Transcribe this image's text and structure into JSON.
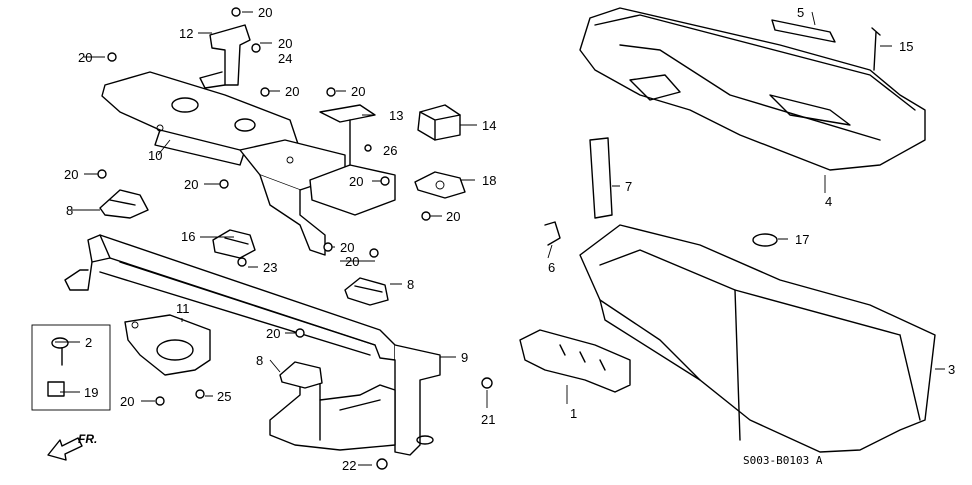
{
  "diagram": {
    "callouts": [
      "1",
      "2",
      "3",
      "4",
      "5",
      "6",
      "7",
      "8",
      "9",
      "10",
      "11",
      "12",
      "13",
      "14",
      "15",
      "16",
      "17",
      "18",
      "19",
      "20",
      "21",
      "22",
      "23",
      "24",
      "25",
      "26"
    ],
    "direction_label": "FR.",
    "part_code": "S003-B0103 A"
  }
}
